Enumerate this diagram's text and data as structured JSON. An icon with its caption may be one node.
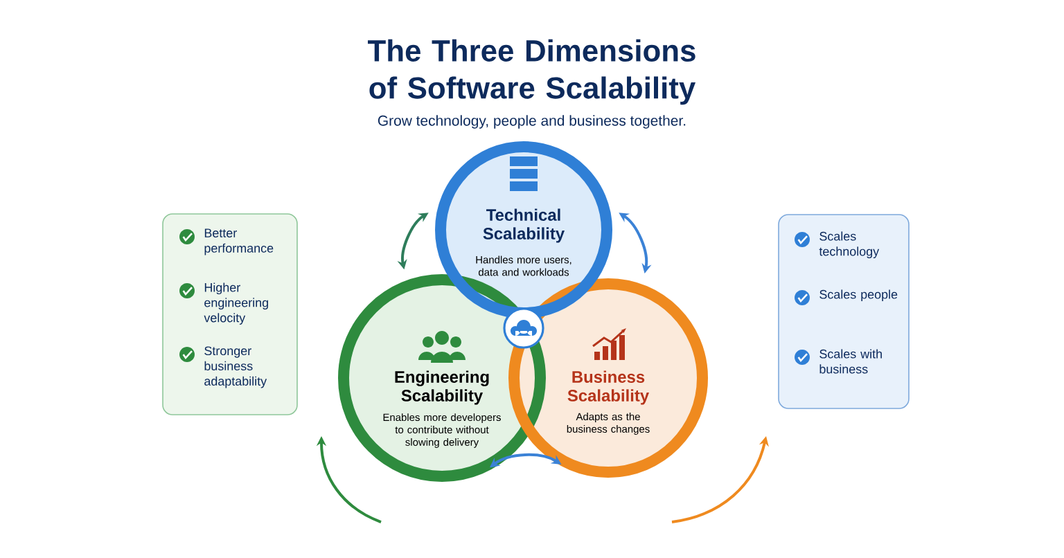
{
  "diagram": {
    "title": "The Three Dimensions of Software Scalability",
    "caption": "Grow technology, people and business together.",
    "nodes": [
      {
        "text": [
          "Better performance",
          "Higher engineering velocity",
          "Stronger business adaptability"
        ]
      },
      {
        "text": [
          "Technical Scalability",
          "Handles more users, data and workloads"
        ]
      },
      {
        "text": [
          "Engineering Scalability",
          "Enables more developers to contribute without slowing delivery"
        ]
      },
      {
        "text": [
          "Business Scalability",
          "Adapts as the business changes"
        ]
      },
      {
        "text": [
          "Scales technology",
          "Scales people",
          "Scales with business"
        ]
      }
    ],
    "edges": [
      {
        "from": 1,
        "to": 2,
        "arrow": "both",
        "color": "#2e7d5b"
      },
      {
        "from": 1,
        "to": 3,
        "arrow": "both"
      },
      {
        "from": 2,
        "to": 3,
        "arrow": "both"
      }
    ]
  }
}
